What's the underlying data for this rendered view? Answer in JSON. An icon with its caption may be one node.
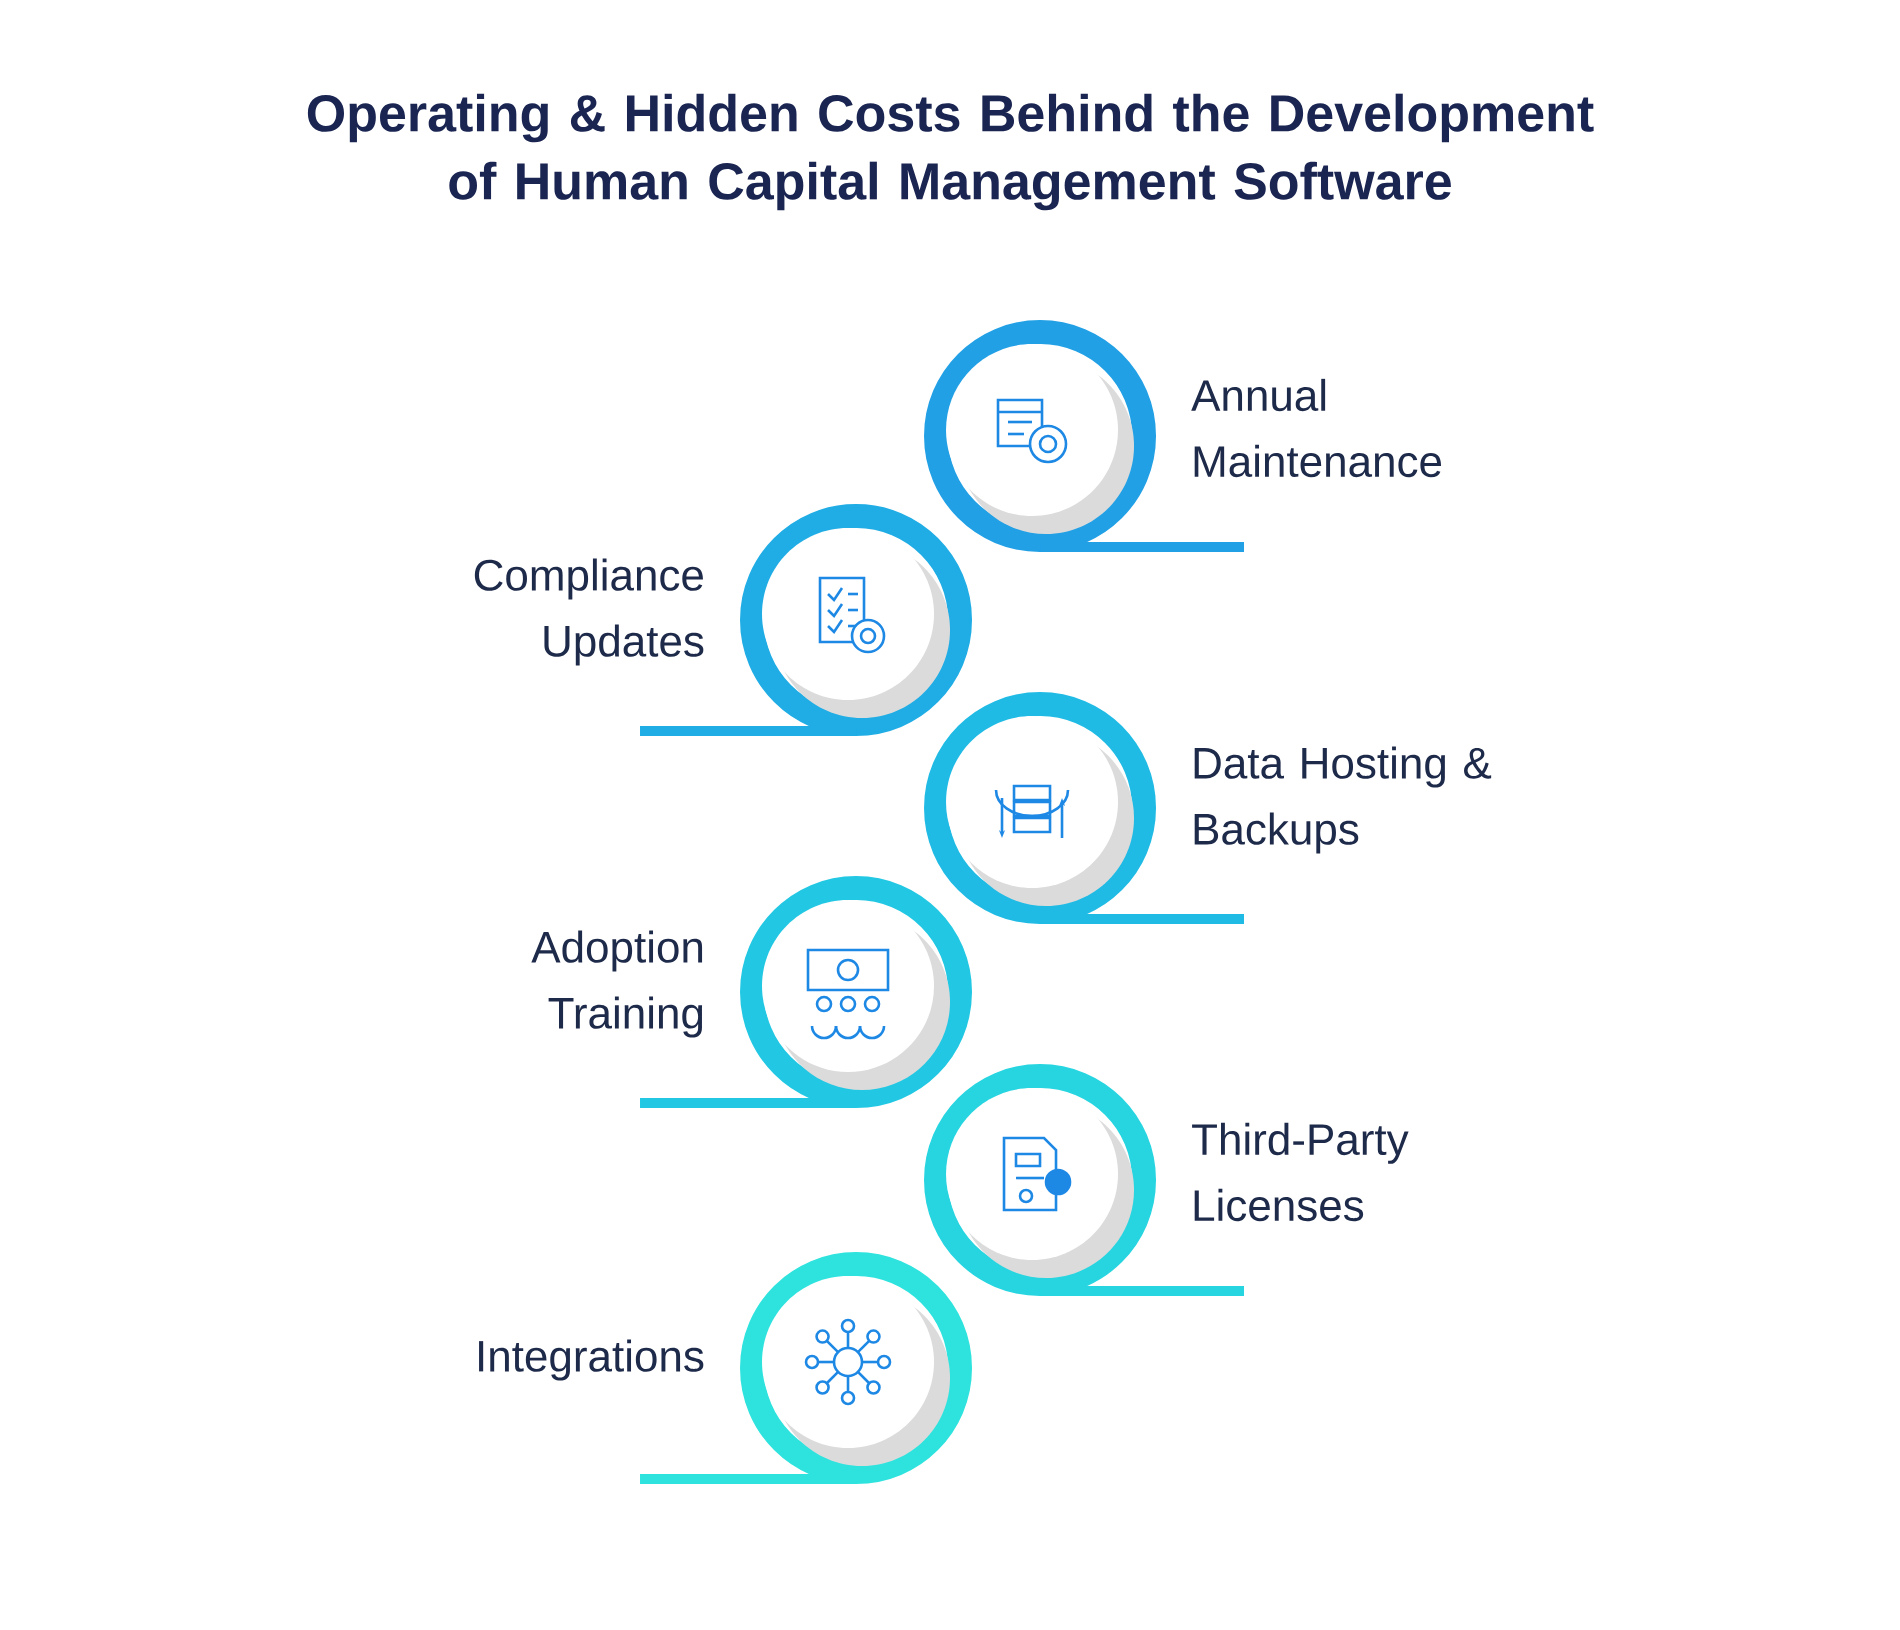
{
  "diagram": {
    "title": "Operating & Hidden Costs Behind the Development of Human Capital Management Software",
    "nodes": [
      {
        "text": [
          "Annual Maintenance"
        ]
      },
      {
        "text": [
          "Compliance Updates"
        ]
      },
      {
        "text": [
          "Data Hosting & Backups"
        ]
      },
      {
        "text": [
          "Adoption Training"
        ]
      },
      {
        "text": [
          "Third-Party Licenses"
        ]
      },
      {
        "text": [
          "Integrations"
        ]
      }
    ]
  }
}
